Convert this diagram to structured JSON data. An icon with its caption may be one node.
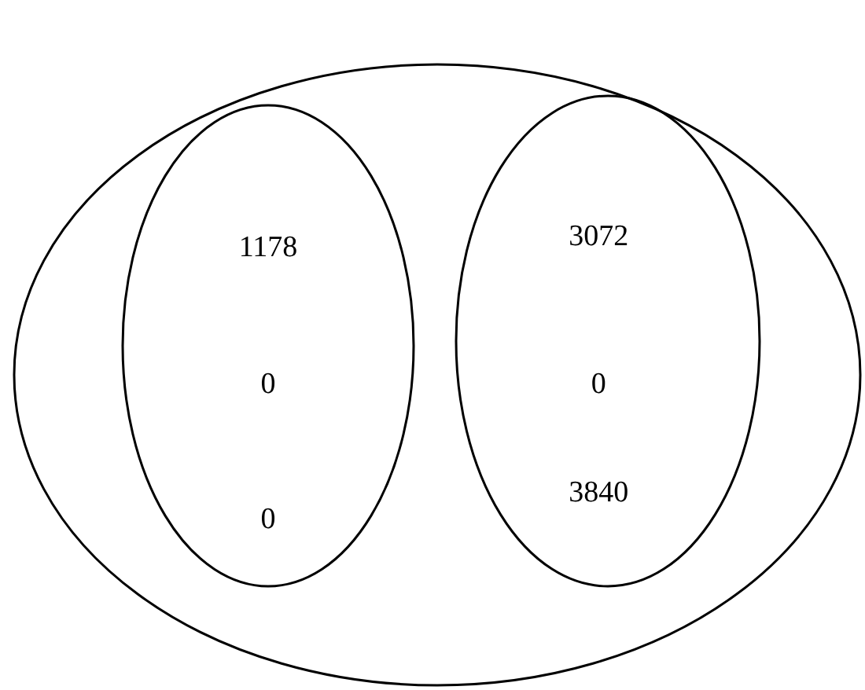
{
  "diagram": {
    "nodes": [
      {
        "text": [],
        "shape": "ellipse"
      },
      {
        "text": [
          "1178",
          "0",
          "0"
        ],
        "in": 0
      },
      {
        "text": [
          "3072",
          "0",
          "3840"
        ],
        "in": 0
      }
    ]
  }
}
